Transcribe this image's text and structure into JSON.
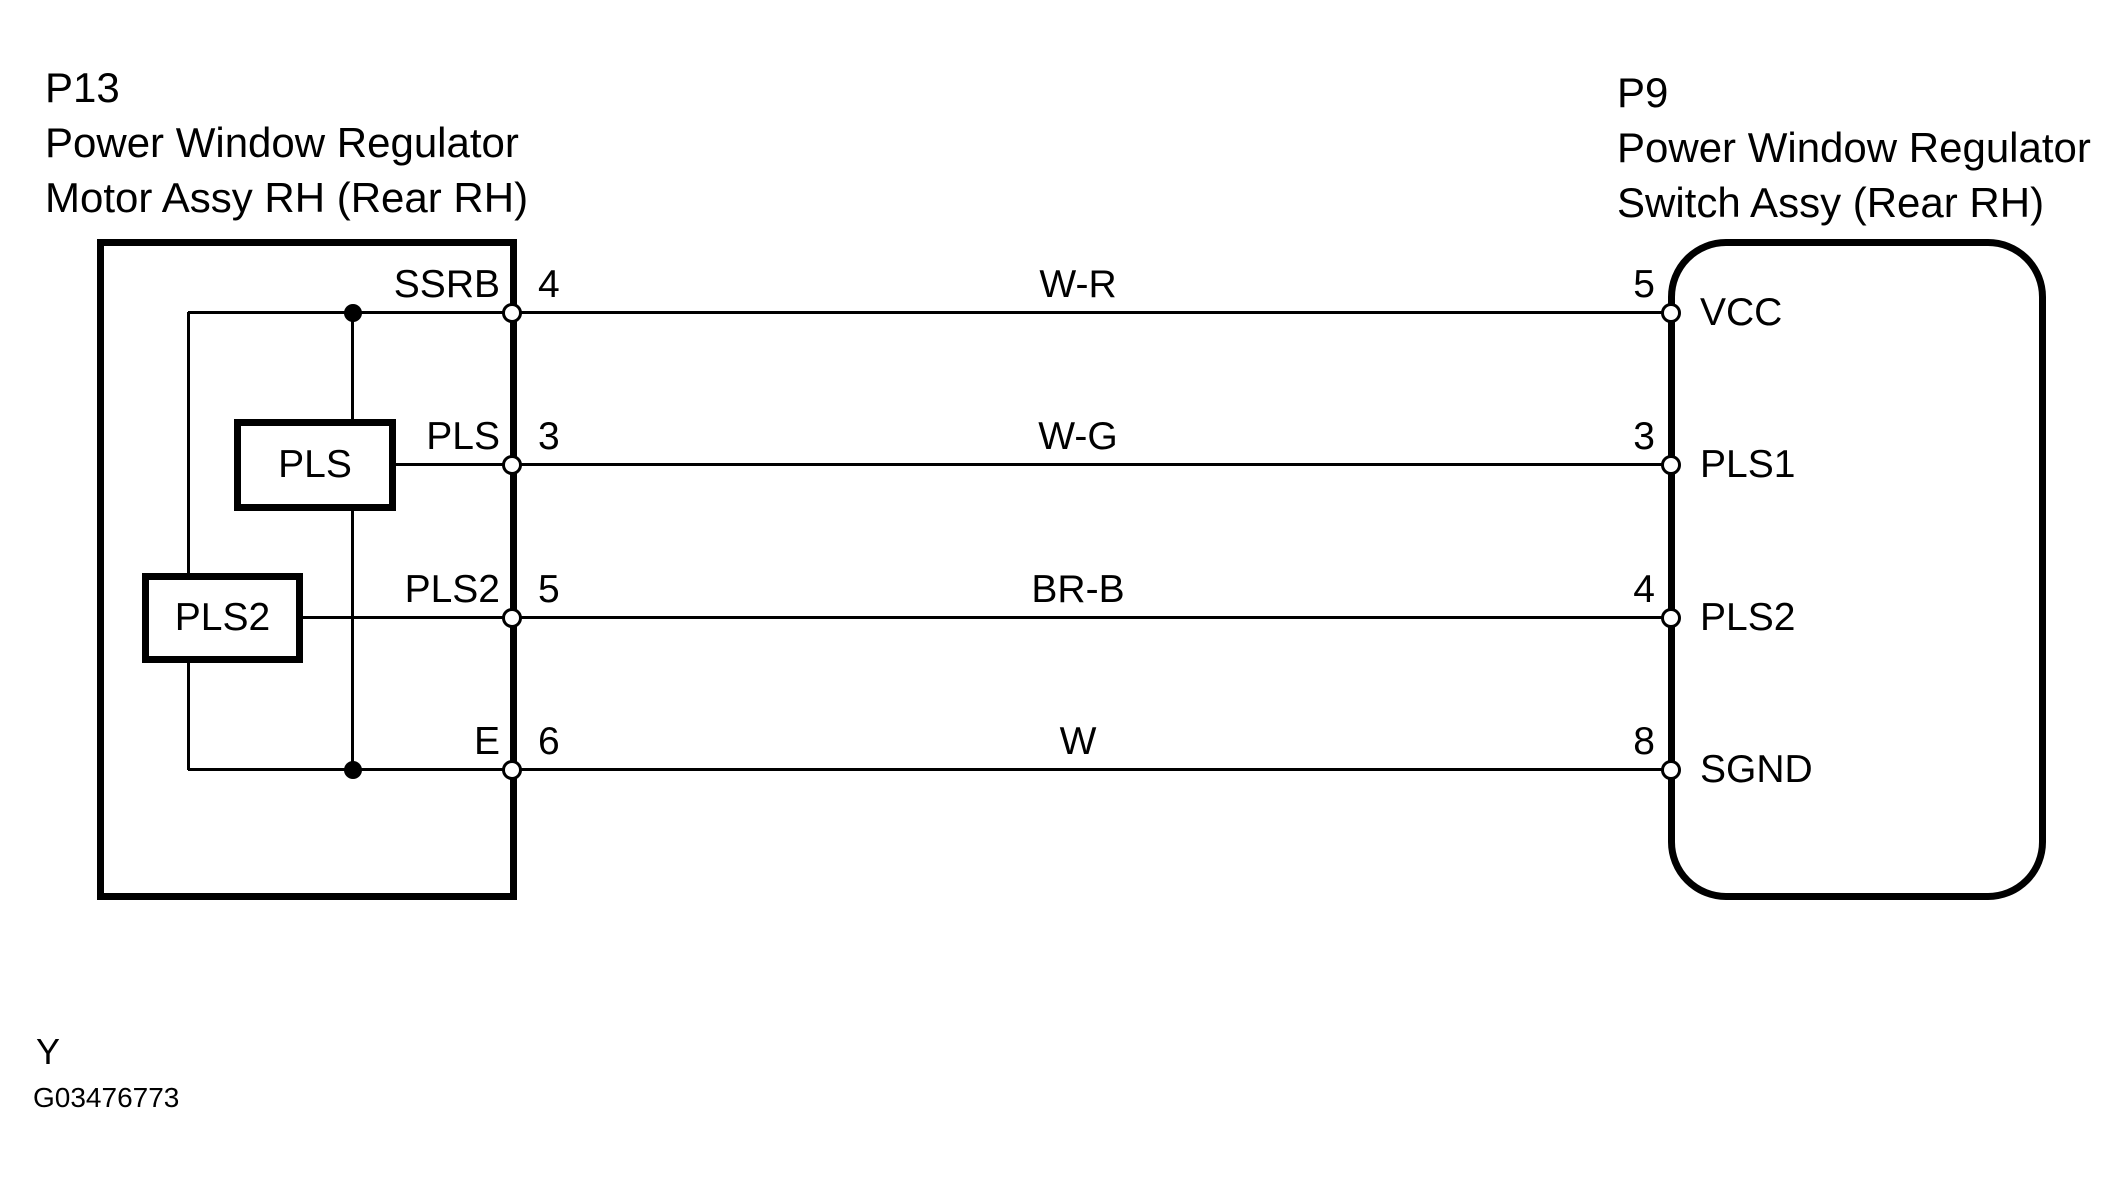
{
  "colors": {
    "ink": "#000000",
    "background": "#ffffff"
  },
  "left_connector": {
    "code": "P13",
    "title_line1": "Power Window Regulator",
    "title_line2": "Motor Assy RH (Rear RH)",
    "internal_boxes": [
      {
        "label": "PLS"
      },
      {
        "label": "PLS2"
      }
    ]
  },
  "right_connector": {
    "code": "P9",
    "title_line1": "Power Window Regulator",
    "title_line2": "Switch Assy (Rear RH)"
  },
  "rows": [
    {
      "left_terminal": "SSRB",
      "left_pin": "4",
      "wire_color": "W-R",
      "right_pin": "5",
      "right_terminal": "VCC"
    },
    {
      "left_terminal": "PLS",
      "left_pin": "3",
      "wire_color": "W-G",
      "right_pin": "3",
      "right_terminal": "PLS1"
    },
    {
      "left_terminal": "PLS2",
      "left_pin": "5",
      "wire_color": "BR-B",
      "right_pin": "4",
      "right_terminal": "PLS2"
    },
    {
      "left_terminal": "E",
      "left_pin": "6",
      "wire_color": "W",
      "right_pin": "8",
      "right_terminal": "SGND"
    }
  ],
  "footer": {
    "revision_code": "Y",
    "figure_number": "G03476773"
  }
}
